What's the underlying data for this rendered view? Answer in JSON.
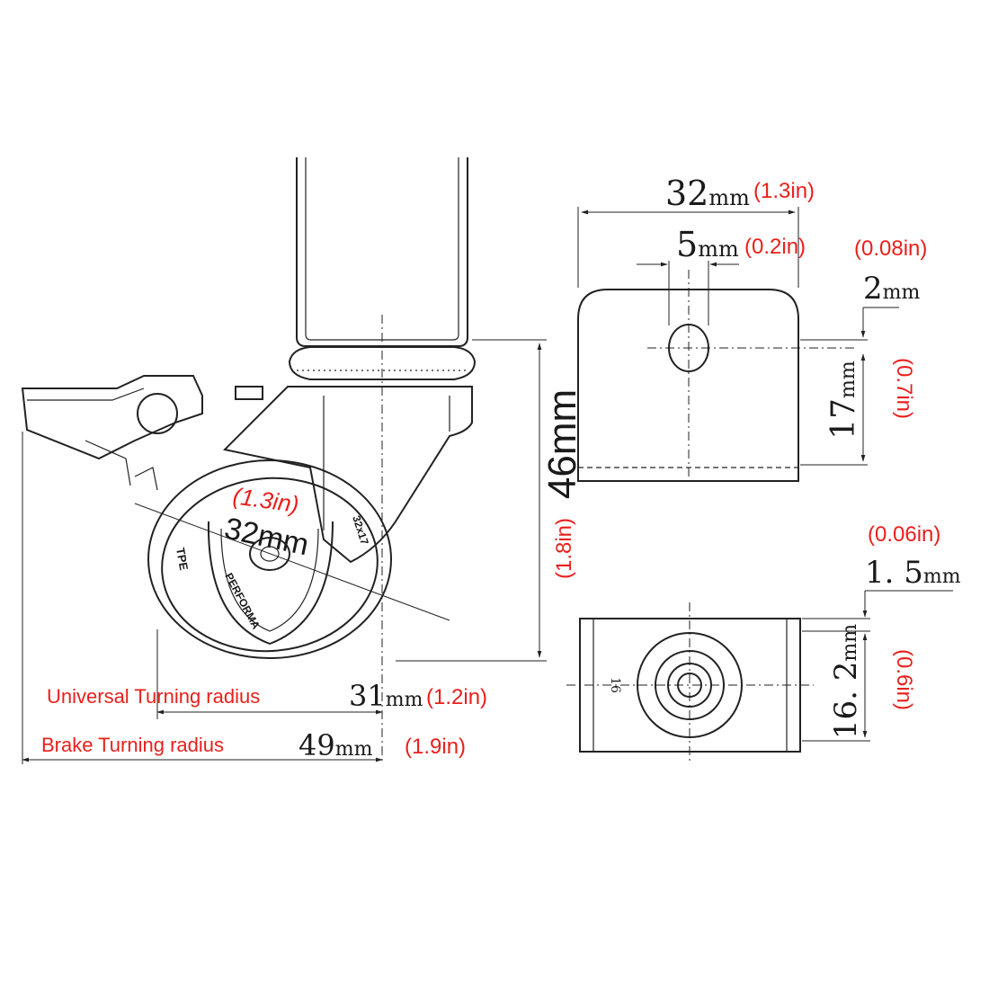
{
  "side_view": {
    "wheel_diameter_mm": "32mm",
    "wheel_diameter_in": "(1.3in)",
    "height_mm": "46mm",
    "height_in": "(1.8in)",
    "tire_text_left": "TPE",
    "tire_text_mid": "PERFORMA",
    "tire_text_right": "32x17",
    "universal_label": "Universal Turning radius",
    "universal_mm_value": "31",
    "universal_mm_unit": "mm",
    "universal_in": "(1.2in)",
    "brake_label": "Brake Turning radius",
    "brake_mm_value": "49",
    "brake_mm_unit": "mm",
    "brake_in": "(1.9in)"
  },
  "top_view": {
    "width_value": "32",
    "width_unit": "mm",
    "width_in": "(1.3in)",
    "hole_value": "5",
    "hole_unit": "mm",
    "hole_in": "(0.2in)",
    "thickness_in": "(0.08in)",
    "thickness_value": "2",
    "thickness_unit": "mm",
    "height_value": "17",
    "height_unit": "mm",
    "height_in": "(0.7in)"
  },
  "bottom_view": {
    "thickness_in": "(0.06in)",
    "thickness_value": "1. 5",
    "thickness_unit": "mm",
    "center_mark": "16",
    "height_value": "16. 2",
    "height_unit": "mm",
    "height_in": "(0.6in)"
  }
}
